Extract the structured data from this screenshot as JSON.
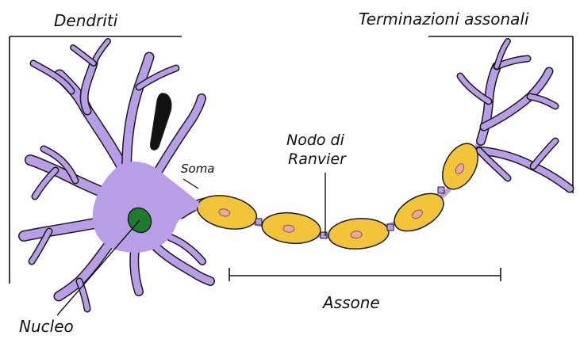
{
  "labels": {
    "dendrites": "Dendriti",
    "axon_terminals": "Terminazioni assonali",
    "soma": "Soma",
    "node_line1": "Nodo di",
    "node_line2": "Ranvier",
    "axon": "Assone",
    "nucleus": "Nucleo"
  },
  "colors": {
    "neuron_body": "#b89ee6",
    "neuron_outline": "#1a1a1a",
    "myelin": "#f2c43a",
    "myelin_nucleus": "#e6a8a0",
    "cell_nucleus": "#1f7a2e",
    "dark_organelle": "#111111"
  }
}
